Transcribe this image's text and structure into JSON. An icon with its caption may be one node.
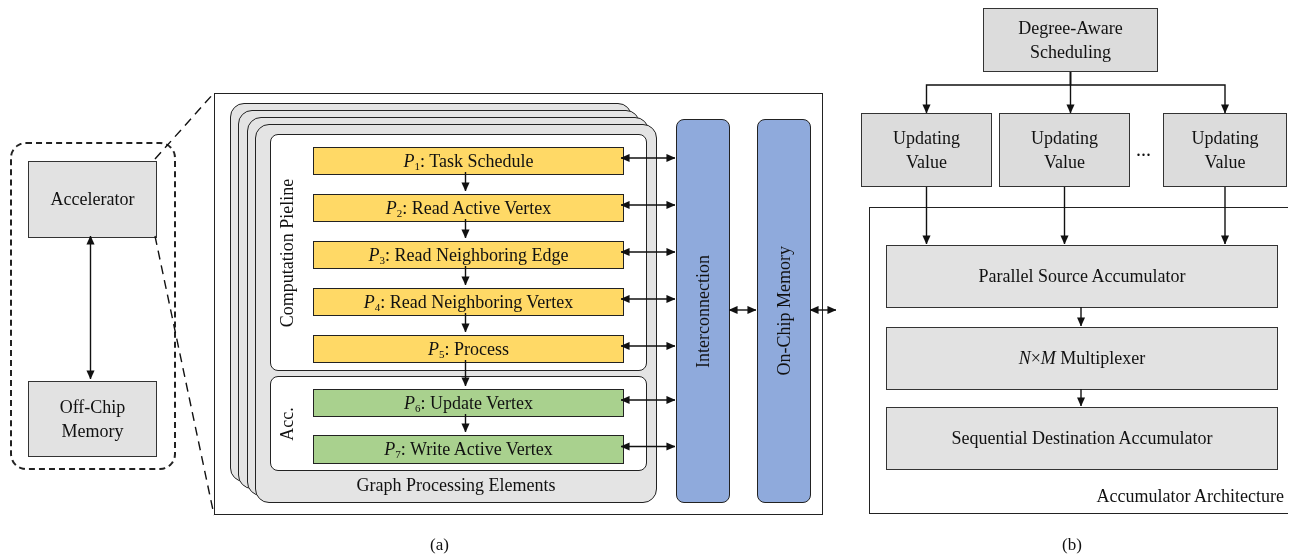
{
  "diagram": {
    "nodes": [
      {
        "text": [],
        "shape": "box"
      },
      {
        "text": [
          "Accelerator"
        ],
        "in": 0
      },
      {
        "text": [
          "Off-Chip Memory"
        ],
        "in": 0
      },
      {
        "text": [],
        "shape": "box"
      },
      {
        "text": [
          "Graph Processing Elements"
        ],
        "in": 3
      },
      {
        "text": [
          "Computation Pieline"
        ],
        "in": 4
      },
      {
        "text": [
          "*P*$_{1}$: Task Schedule"
        ],
        "in": 5
      },
      {
        "text": [
          "*P*$_{2}$: Read Active Vertex"
        ],
        "in": 5
      },
      {
        "text": [
          "*P*$_{3}$: Read Neighboring Edge"
        ],
        "in": 5
      },
      {
        "text": [
          "*P*$_{4}$: Read Neighboring Vertex"
        ],
        "in": 5
      },
      {
        "text": [
          "*P*$_{5}$: Process"
        ],
        "in": 5
      },
      {
        "text": [
          "Acc."
        ],
        "in": 4
      },
      {
        "text": [
          "*P*$_{6}$: Update Vertex"
        ],
        "in": 11
      },
      {
        "text": [
          "*P*$_{7}$: Write Active Vertex"
        ],
        "in": 11
      },
      {
        "text": [
          "Interconnection"
        ],
        "in": 3
      },
      {
        "text": [
          "On-Chip Memory"
        ],
        "in": 3
      },
      {
        "text": [
          "Degree-Aware Scheduling"
        ]
      },
      {
        "text": [
          "Updating Value"
        ]
      },
      {
        "text": [
          "Updating Value"
        ]
      },
      {
        "text": [
          "Updating Value"
        ]
      },
      {
        "text": [
          "Accumulator Architecture"
        ]
      },
      {
        "text": [
          "Parallel Source Accumulator"
        ],
        "in": 20
      },
      {
        "text": [
          "*N*×*M* Multiplexer"
        ],
        "in": 20
      },
      {
        "text": [
          "Sequential Destination Accumulator"
        ],
        "in": 20
      }
    ],
    "edges": [
      {
        "from": 1,
        "to": 2,
        "arrow": "both"
      },
      {
        "from": 1,
        "to": 3,
        "arrow": "none",
        "style": "dashed"
      },
      {
        "from": 1,
        "to": 3,
        "arrow": "none",
        "style": "dashed"
      },
      {
        "from": 6,
        "to": 7,
        "arrow": "to"
      },
      {
        "from": 7,
        "to": 8,
        "arrow": "to"
      },
      {
        "from": 8,
        "to": 9,
        "arrow": "to"
      },
      {
        "from": 9,
        "to": 10,
        "arrow": "to"
      },
      {
        "from": 10,
        "to": 12,
        "arrow": "to"
      },
      {
        "from": 12,
        "to": 13,
        "arrow": "to"
      },
      {
        "from": 6,
        "to": 14,
        "arrow": "both"
      },
      {
        "from": 7,
        "to": 14,
        "arrow": "both"
      },
      {
        "from": 8,
        "to": 14,
        "arrow": "both"
      },
      {
        "from": 9,
        "to": 14,
        "arrow": "both"
      },
      {
        "from": 10,
        "to": 14,
        "arrow": "both"
      },
      {
        "from": 12,
        "to": 14,
        "arrow": "both"
      },
      {
        "from": 13,
        "to": 14,
        "arrow": "both"
      },
      {
        "from": 14,
        "to": 15,
        "arrow": "both"
      },
      {
        "from": 15,
        "to": null,
        "arrow": "both"
      },
      {
        "from": 16,
        "to": 17,
        "arrow": "to"
      },
      {
        "from": 16,
        "to": 18,
        "arrow": "to"
      },
      {
        "from": 16,
        "to": 19,
        "arrow": "to"
      },
      {
        "from": 17,
        "to": 21,
        "arrow": "to"
      },
      {
        "from": 18,
        "to": 21,
        "arrow": "to"
      },
      {
        "from": 19,
        "to": 21,
        "arrow": "to"
      },
      {
        "from": 21,
        "to": 22,
        "arrow": "to"
      },
      {
        "from": 22,
        "to": 23,
        "arrow": "to"
      }
    ],
    "labels": [
      "...",
      "(a)",
      "(b)"
    ]
  }
}
